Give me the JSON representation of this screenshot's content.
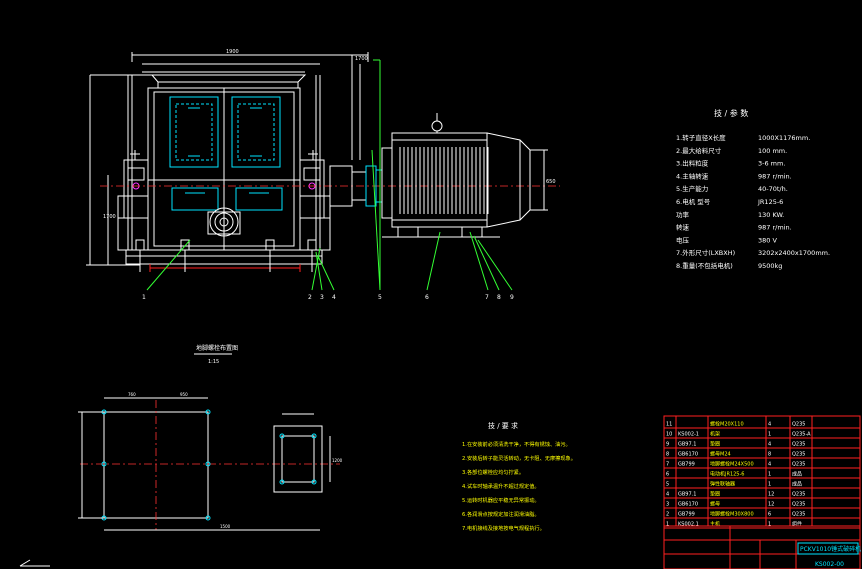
{
  "drawing": {
    "params_title": "技 / 参 数",
    "params": [
      {
        "label": "1.转子直径X长度",
        "value": "1000X1176mm."
      },
      {
        "label": "2.最大给料尺寸",
        "value": "100 mm."
      },
      {
        "label": "3.出料粒度",
        "value": "3-6 mm."
      },
      {
        "label": "4.主轴转速",
        "value": "987 r/min."
      },
      {
        "label": "5.生产能力",
        "value": "40-70t/h."
      },
      {
        "label": "6.电机 型号",
        "value": "JR125-6"
      },
      {
        "label": "功率",
        "value": "130 KW."
      },
      {
        "label": "转速",
        "value": "987 r/min."
      },
      {
        "label": "电压",
        "value": "380 V"
      },
      {
        "label": "7.外形尺寸(LXBXH)",
        "value": "3202x2400x1700mm."
      },
      {
        "label": "8.重量(不包括电机)",
        "value": "9500kg"
      }
    ],
    "callouts_left": [
      "1",
      "2",
      "3",
      "4"
    ],
    "callouts_right": [
      "5",
      "6",
      "7",
      "8",
      "9"
    ],
    "section_title": "地脚螺栓布置图",
    "section_scale": "1:15",
    "notes_title": "技 / 要 求",
    "notes": [
      "1.在安装前必须清洗干净，不得有锈蚀、油污。",
      "2.安装后转子能灵活转动，无卡阻、无摩擦现象。",
      "3.各部位螺栓应均匀拧紧。",
      "4.试车时轴承温升不超过规定值。",
      "5.运转时机器应平稳无异常振动。",
      "6.各润滑点按规定加注润滑油脂。",
      "7.电机接线及接地按电气规程执行。"
    ],
    "parts": [
      {
        "no": "11",
        "code": "",
        "name": "螺栓M20X110",
        "qty": "4",
        "mat": "Q235"
      },
      {
        "no": "10",
        "code": "KS002-1",
        "name": "机架",
        "qty": "1",
        "mat": "Q235-A"
      },
      {
        "no": "9",
        "code": "GB97.1",
        "name": "垫圈",
        "qty": "4",
        "mat": "Q235"
      },
      {
        "no": "8",
        "code": "GB6170",
        "name": "螺母M24",
        "qty": "8",
        "mat": "Q235"
      },
      {
        "no": "7",
        "code": "GB799",
        "name": "地脚螺栓M24X500",
        "qty": "4",
        "mat": "Q235"
      },
      {
        "no": "6",
        "code": "",
        "name": "电动机JR125-6",
        "qty": "1",
        "mat": "成品"
      },
      {
        "no": "5",
        "code": "",
        "name": "弹性联轴器",
        "qty": "1",
        "mat": "成品"
      },
      {
        "no": "4",
        "code": "GB97.1",
        "name": "垫圈",
        "qty": "12",
        "mat": "Q235"
      },
      {
        "no": "3",
        "code": "GB6170",
        "name": "螺母",
        "qty": "12",
        "mat": "Q235"
      },
      {
        "no": "2",
        "code": "GB799",
        "name": "地脚螺栓M30X800",
        "qty": "6",
        "mat": "Q235"
      },
      {
        "no": "1",
        "code": "KS002.1",
        "name": "主机",
        "qty": "1",
        "mat": "组件"
      }
    ],
    "title_text": "PCKV1010锤式破碎机",
    "drawing_no": "KS002-00",
    "dims": {
      "top_width": "1900",
      "right_length": "1700",
      "left_height": "1700",
      "motor_height": "650",
      "bolt_a": "760",
      "bolt_b": "950",
      "bolt_c": "1500",
      "bolt_d": "1200"
    }
  }
}
